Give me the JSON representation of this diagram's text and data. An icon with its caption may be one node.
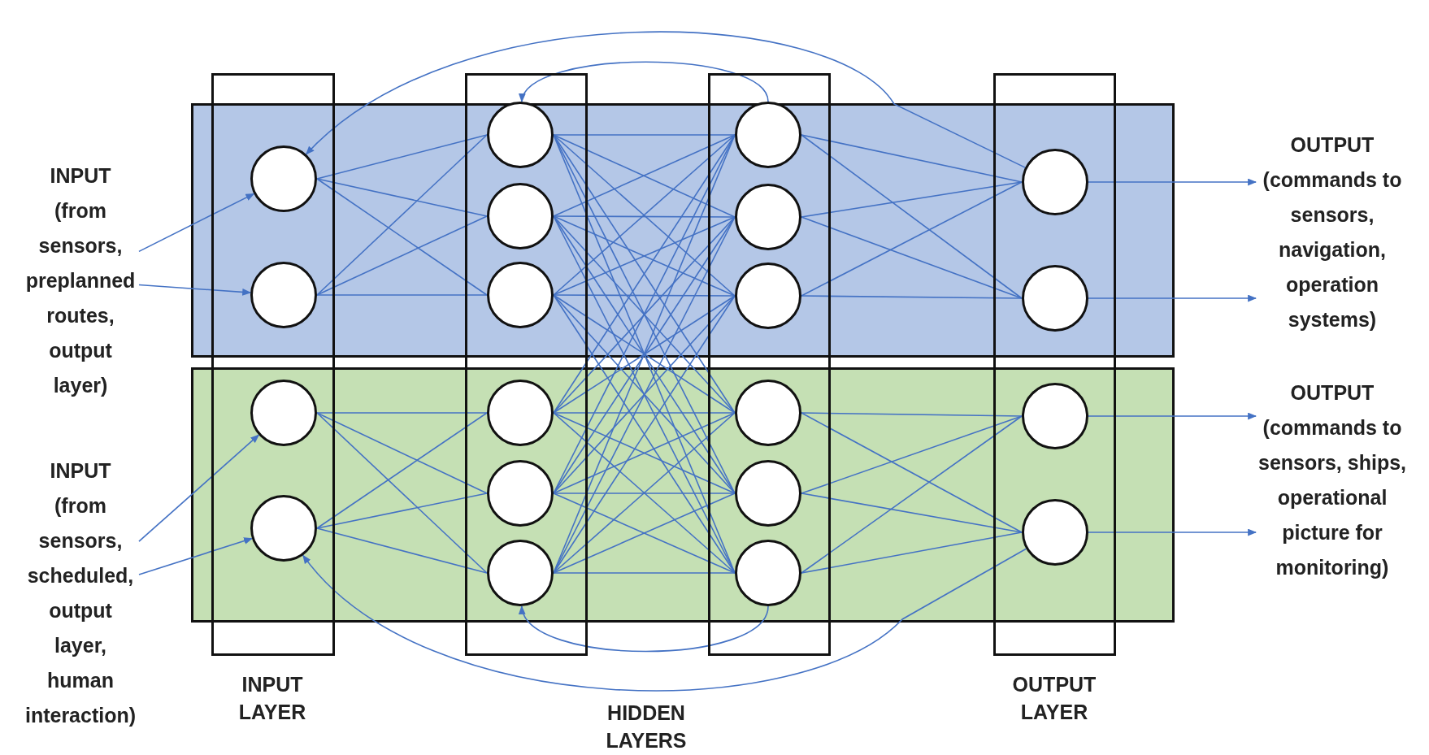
{
  "diagram": {
    "nodes": [
      {
        "text": [],
        "shape": "circle"
      },
      {
        "text": [],
        "shape": "circle"
      },
      {
        "text": [],
        "shape": "circle"
      },
      {
        "text": [],
        "shape": "circle"
      },
      {
        "text": [],
        "shape": "circle"
      },
      {
        "text": [],
        "shape": "circle"
      },
      {
        "text": [],
        "shape": "circle"
      },
      {
        "text": [],
        "shape": "circle"
      },
      {
        "text": [],
        "shape": "circle"
      },
      {
        "text": [],
        "shape": "circle"
      },
      {
        "text": [],
        "shape": "circle"
      },
      {
        "text": [],
        "shape": "circle"
      },
      {
        "text": [],
        "shape": "circle"
      },
      {
        "text": [],
        "shape": "circle"
      },
      {
        "text": [],
        "shape": "circle"
      },
      {
        "text": [],
        "shape": "circle"
      },
      {
        "text": [],
        "shape": "circle"
      },
      {
        "text": [],
        "shape": "circle"
      },
      {
        "text": [],
        "shape": "circle"
      },
      {
        "text": [],
        "shape": "circle"
      },
      {
        "text": [
          "INPUT",
          "(from sensors, preplanned routes, output layer)"
        ]
      },
      {
        "text": [
          "INPUT",
          "(from sensors, scheduled, output layer, human interaction)"
        ]
      },
      {
        "text": [
          "OUTPUT",
          "(commands to sensors, navigation, operation systems)"
        ]
      },
      {
        "text": [
          "OUTPUT",
          "(commands to sensors, ships, operational picture for monitoring)"
        ]
      }
    ],
    "edges": [
      {
        "from": 20,
        "to": 0,
        "arrow": "to"
      },
      {
        "from": 20,
        "to": 1,
        "arrow": "to"
      },
      {
        "from": 21,
        "to": 2,
        "arrow": "to"
      },
      {
        "from": 21,
        "to": 3,
        "arrow": "to"
      },
      {
        "from": 16,
        "to": 22,
        "arrow": "to"
      },
      {
        "from": 17,
        "to": 22,
        "arrow": "to"
      },
      {
        "from": 18,
        "to": 23,
        "arrow": "to"
      },
      {
        "from": 19,
        "to": 23,
        "arrow": "to"
      },
      {
        "from": 0,
        "to": 4,
        "arrow": "none"
      },
      {
        "from": 0,
        "to": 5,
        "arrow": "none"
      },
      {
        "from": 0,
        "to": 6,
        "arrow": "none"
      },
      {
        "from": 1,
        "to": 4,
        "arrow": "none"
      },
      {
        "from": 1,
        "to": 5,
        "arrow": "none"
      },
      {
        "from": 1,
        "to": 6,
        "arrow": "none"
      },
      {
        "from": 2,
        "to": 7,
        "arrow": "none"
      },
      {
        "from": 2,
        "to": 8,
        "arrow": "none"
      },
      {
        "from": 2,
        "to": 9,
        "arrow": "none"
      },
      {
        "from": 3,
        "to": 7,
        "arrow": "none"
      },
      {
        "from": 3,
        "to": 8,
        "arrow": "none"
      },
      {
        "from": 3,
        "to": 9,
        "arrow": "none"
      },
      {
        "from": 4,
        "to": 10,
        "arrow": "none"
      },
      {
        "from": 4,
        "to": 11,
        "arrow": "none"
      },
      {
        "from": 4,
        "to": 12,
        "arrow": "none"
      },
      {
        "from": 4,
        "to": 13,
        "arrow": "none"
      },
      {
        "from": 4,
        "to": 14,
        "arrow": "none"
      },
      {
        "from": 4,
        "to": 15,
        "arrow": "none"
      },
      {
        "from": 5,
        "to": 10,
        "arrow": "none"
      },
      {
        "from": 5,
        "to": 11,
        "arrow": "none"
      },
      {
        "from": 5,
        "to": 12,
        "arrow": "none"
      },
      {
        "from": 5,
        "to": 13,
        "arrow": "none"
      },
      {
        "from": 5,
        "to": 14,
        "arrow": "none"
      },
      {
        "from": 5,
        "to": 15,
        "arrow": "none"
      },
      {
        "from": 6,
        "to": 10,
        "arrow": "none"
      },
      {
        "from": 6,
        "to": 11,
        "arrow": "none"
      },
      {
        "from": 6,
        "to": 12,
        "arrow": "none"
      },
      {
        "from": 6,
        "to": 13,
        "arrow": "none"
      },
      {
        "from": 6,
        "to": 14,
        "arrow": "none"
      },
      {
        "from": 6,
        "to": 15,
        "arrow": "none"
      },
      {
        "from": 7,
        "to": 10,
        "arrow": "none"
      },
      {
        "from": 7,
        "to": 11,
        "arrow": "none"
      },
      {
        "from": 7,
        "to": 12,
        "arrow": "none"
      },
      {
        "from": 7,
        "to": 13,
        "arrow": "none"
      },
      {
        "from": 7,
        "to": 14,
        "arrow": "none"
      },
      {
        "from": 7,
        "to": 15,
        "arrow": "none"
      },
      {
        "from": 8,
        "to": 10,
        "arrow": "none"
      },
      {
        "from": 8,
        "to": 11,
        "arrow": "none"
      },
      {
        "from": 8,
        "to": 12,
        "arrow": "none"
      },
      {
        "from": 8,
        "to": 13,
        "arrow": "none"
      },
      {
        "from": 8,
        "to": 14,
        "arrow": "none"
      },
      {
        "from": 8,
        "to": 15,
        "arrow": "none"
      },
      {
        "from": 9,
        "to": 10,
        "arrow": "none"
      },
      {
        "from": 9,
        "to": 11,
        "arrow": "none"
      },
      {
        "from": 9,
        "to": 12,
        "arrow": "none"
      },
      {
        "from": 9,
        "to": 13,
        "arrow": "none"
      },
      {
        "from": 9,
        "to": 14,
        "arrow": "none"
      },
      {
        "from": 9,
        "to": 15,
        "arrow": "none"
      },
      {
        "from": 10,
        "to": 16,
        "arrow": "none"
      },
      {
        "from": 10,
        "to": 17,
        "arrow": "none"
      },
      {
        "from": 11,
        "to": 16,
        "arrow": "none"
      },
      {
        "from": 11,
        "to": 17,
        "arrow": "none"
      },
      {
        "from": 12,
        "to": 16,
        "arrow": "none"
      },
      {
        "from": 12,
        "to": 17,
        "arrow": "none"
      },
      {
        "from": 13,
        "to": 18,
        "arrow": "none"
      },
      {
        "from": 13,
        "to": 19,
        "arrow": "none"
      },
      {
        "from": 14,
        "to": 18,
        "arrow": "none"
      },
      {
        "from": 14,
        "to": 19,
        "arrow": "none"
      },
      {
        "from": 15,
        "to": 18,
        "arrow": "none"
      },
      {
        "from": 15,
        "to": 19,
        "arrow": "none"
      },
      {
        "from": 10,
        "to": 4,
        "arrow": "to"
      },
      {
        "from": 16,
        "to": 0,
        "arrow": "to"
      },
      {
        "from": 15,
        "to": 9,
        "arrow": "to"
      },
      {
        "from": 19,
        "to": 3,
        "arrow": "to"
      }
    ],
    "labels": [
      "INPUT LAYER",
      "HIDDEN LAYERS",
      "OUTPUT LAYER"
    ]
  }
}
